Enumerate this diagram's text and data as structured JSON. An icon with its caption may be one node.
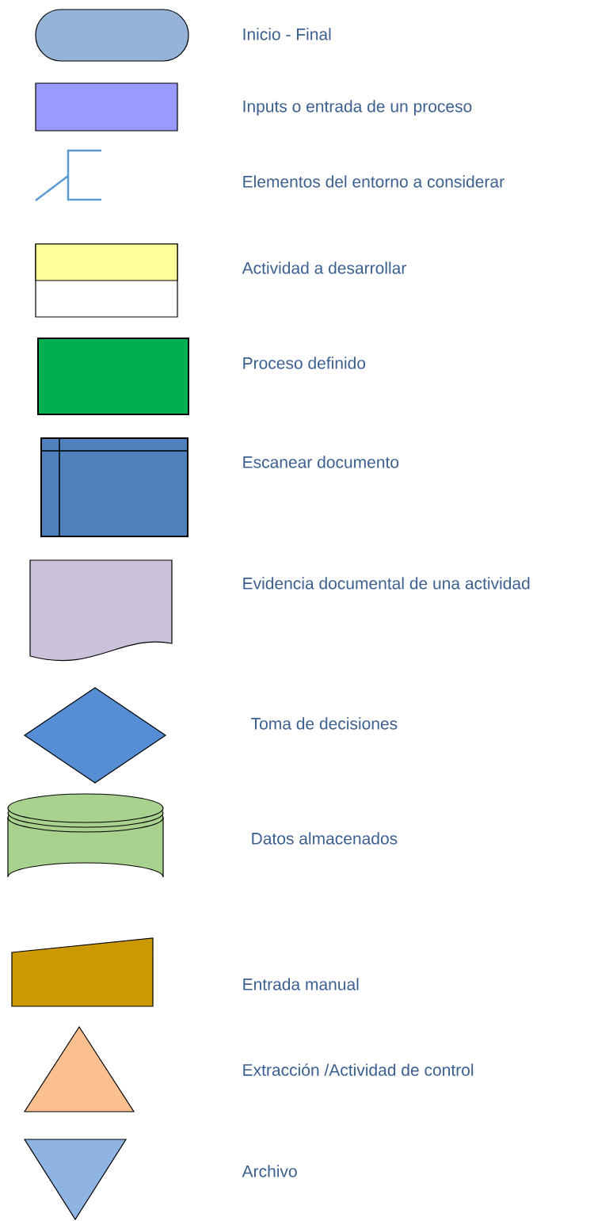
{
  "diagram": {
    "nodes": [
      {
        "text": [],
        "shape": "terminator"
      },
      {
        "text": [],
        "shape": "box"
      },
      {
        "text": [],
        "shape": "bracket"
      },
      {
        "text": [],
        "shape": "box"
      },
      {
        "text": [],
        "shape": "box"
      },
      {
        "text": [],
        "shape": "box"
      },
      {
        "text": [],
        "shape": "document"
      },
      {
        "text": [],
        "shape": "diamond"
      },
      {
        "text": [],
        "shape": "cylinder"
      },
      {
        "text": [],
        "shape": "trapezoid"
      },
      {
        "text": [],
        "shape": "triangle"
      },
      {
        "text": [],
        "shape": "triangle"
      }
    ],
    "labels": [
      "Inicio - Final",
      "Inputs o entrada de un proceso",
      "Elementos del entorno a considerar",
      "Actividad a desarrollar",
      "Proceso definido",
      "Escanear documento",
      "Evidencia documental de una actividad",
      "Toma de decisiones",
      "Datos almacenados",
      "Entrada manual",
      "Extracción /Actividad de control",
      "Archivo"
    ]
  }
}
